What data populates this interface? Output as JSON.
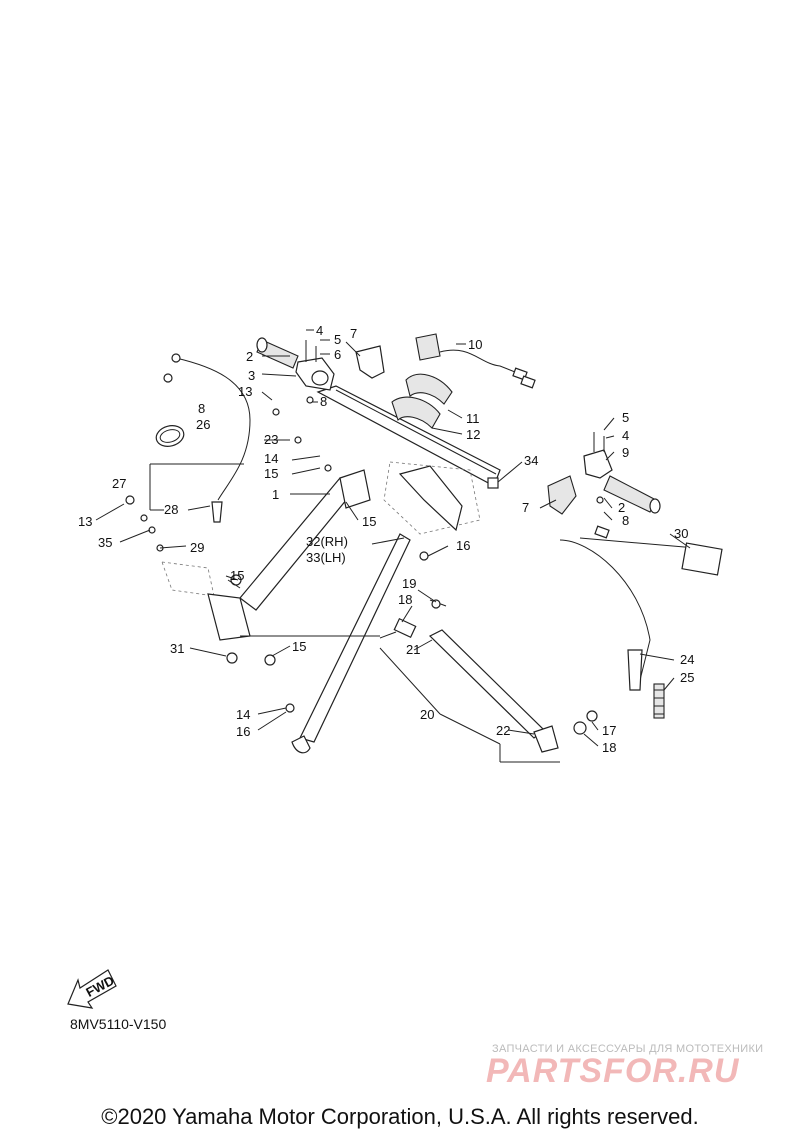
{
  "labels": {
    "1": "1",
    "2": "2",
    "3": "3",
    "4": "4",
    "5": "5",
    "6": "6",
    "7": "7",
    "8": "8",
    "9": "9",
    "10": "10",
    "11": "11",
    "12": "12",
    "13": "13",
    "14": "14",
    "15": "15",
    "16": "16",
    "17": "17",
    "18": "18",
    "19": "19",
    "20": "20",
    "21": "21",
    "22": "22",
    "23": "23",
    "24": "24",
    "25": "25",
    "26": "26",
    "27": "27",
    "28": "28",
    "29": "29",
    "30": "30",
    "31": "31",
    "32": "32(RH)",
    "33": "33(LH)",
    "34": "34",
    "35": "35"
  },
  "fwd_label": "FWD",
  "diagram_code": "8MV5110-V150",
  "watermark": {
    "tagline": "ЗАПЧАСТИ И АКСЕССУАРЫ ДЛЯ МОТОТЕХНИКИ",
    "logo": "PARTSFOR.RU"
  },
  "copyright": "©2020 Yamaha Motor Corporation, U.S.A. All rights reserved."
}
